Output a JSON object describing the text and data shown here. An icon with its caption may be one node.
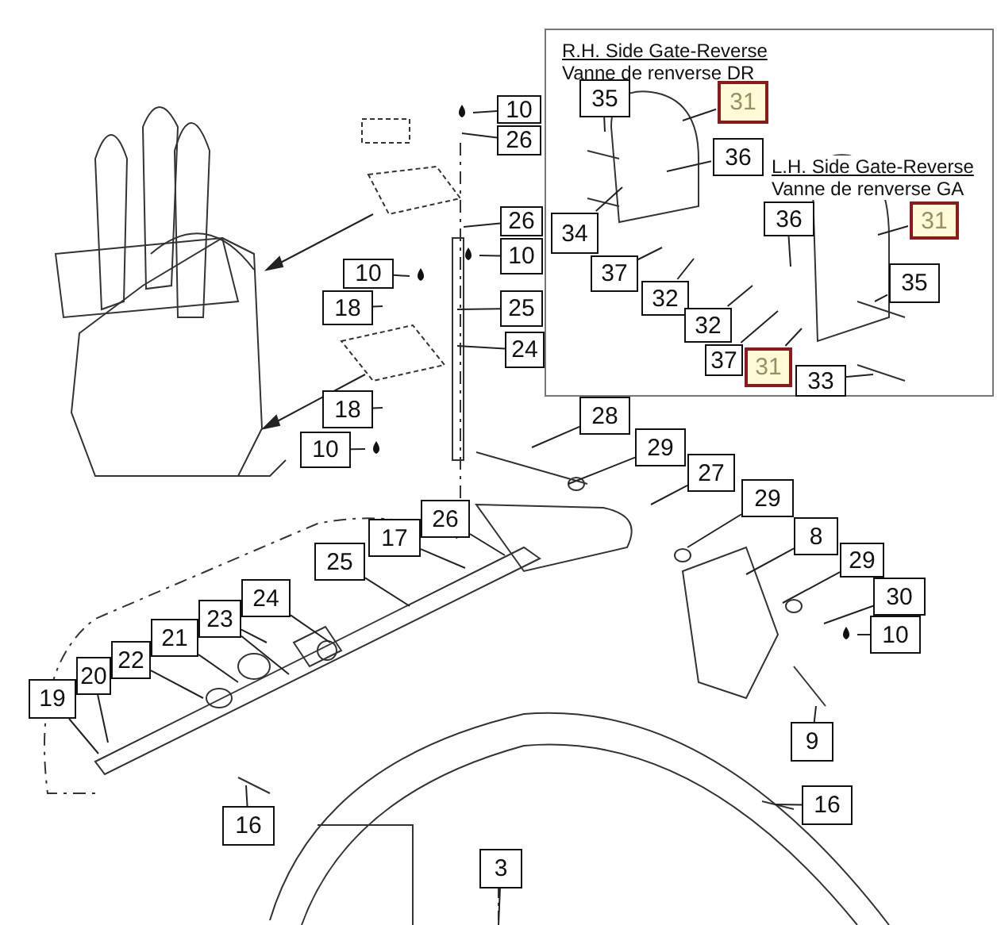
{
  "diagram": {
    "nodes": [
      {
        "text": [
          "R.H. Side Gate-Reverse",
          "Vanne de renverse DR",
          "L.H. Side Gate-Reverse",
          "Vanne de renverse GA"
        ]
      },
      {
        "text": [
          "10"
        ]
      },
      {
        "text": [
          "26"
        ]
      },
      {
        "text": [
          "26"
        ]
      },
      {
        "text": [
          "10"
        ]
      },
      {
        "text": [
          "10"
        ]
      },
      {
        "text": [
          "18"
        ]
      },
      {
        "text": [
          "25"
        ]
      },
      {
        "text": [
          "24"
        ]
      },
      {
        "text": [
          "18"
        ]
      },
      {
        "text": [
          "10"
        ]
      },
      {
        "text": [
          "35"
        ],
        "in": 0
      },
      {
        "text": [
          "31"
        ],
        "in": 0
      },
      {
        "text": [
          "36"
        ],
        "in": 0
      },
      {
        "text": [
          "34"
        ],
        "in": 0
      },
      {
        "text": [
          "37"
        ],
        "in": 0
      },
      {
        "text": [
          "32"
        ],
        "in": 0
      },
      {
        "text": [
          "36"
        ],
        "in": 0
      },
      {
        "text": [
          "31"
        ],
        "in": 0
      },
      {
        "text": [
          "35"
        ],
        "in": 0
      },
      {
        "text": [
          "32"
        ],
        "in": 0
      },
      {
        "text": [
          "37"
        ],
        "in": 0
      },
      {
        "text": [
          "31"
        ],
        "in": 0
      },
      {
        "text": [
          "33"
        ],
        "in": 0
      },
      {
        "text": [
          "28"
        ]
      },
      {
        "text": [
          "29"
        ]
      },
      {
        "text": [
          "27"
        ]
      },
      {
        "text": [
          "26"
        ]
      },
      {
        "text": [
          "17"
        ]
      },
      {
        "text": [
          "25"
        ]
      },
      {
        "text": [
          "29"
        ]
      },
      {
        "text": [
          "8"
        ]
      },
      {
        "text": [
          "29"
        ]
      },
      {
        "text": [
          "30"
        ]
      },
      {
        "text": [
          "10"
        ]
      },
      {
        "text": [
          "24"
        ]
      },
      {
        "text": [
          "23"
        ]
      },
      {
        "text": [
          "21"
        ]
      },
      {
        "text": [
          "22"
        ]
      },
      {
        "text": [
          "20"
        ]
      },
      {
        "text": [
          "19"
        ]
      },
      {
        "text": [
          "9"
        ]
      },
      {
        "text": [
          "16"
        ]
      },
      {
        "text": [
          "16"
        ]
      },
      {
        "text": [
          "3"
        ]
      }
    ],
    "edges": [
      {
        "from": 1,
        "to": null,
        "arrow": "none"
      },
      {
        "from": 2,
        "to": null,
        "arrow": "none"
      },
      {
        "from": 3,
        "to": null,
        "arrow": "none"
      },
      {
        "from": 4,
        "to": null,
        "arrow": "none"
      },
      {
        "from": 5,
        "to": null,
        "arrow": "none"
      },
      {
        "from": 6,
        "to": null,
        "arrow": "none"
      },
      {
        "from": 7,
        "to": null,
        "arrow": "none"
      },
      {
        "from": 8,
        "to": null,
        "arrow": "none"
      },
      {
        "from": 9,
        "to": null,
        "arrow": "none"
      },
      {
        "from": 10,
        "to": null,
        "arrow": "none"
      },
      {
        "from": 11,
        "to": null,
        "arrow": "none"
      },
      {
        "from": 12,
        "to": null,
        "arrow": "none"
      },
      {
        "from": 13,
        "to": null,
        "arrow": "none"
      },
      {
        "from": 14,
        "to": null,
        "arrow": "none"
      },
      {
        "from": 15,
        "to": null,
        "arrow": "none"
      },
      {
        "from": 16,
        "to": null,
        "arrow": "none"
      },
      {
        "from": 17,
        "to": null,
        "arrow": "none"
      },
      {
        "from": 18,
        "to": null,
        "arrow": "none"
      },
      {
        "from": 19,
        "to": null,
        "arrow": "none"
      },
      {
        "from": 20,
        "to": null,
        "arrow": "none"
      },
      {
        "from": 21,
        "to": null,
        "arrow": "none"
      },
      {
        "from": 22,
        "to": null,
        "arrow": "none"
      },
      {
        "from": 23,
        "to": null,
        "arrow": "none"
      },
      {
        "from": 24,
        "to": null,
        "arrow": "none"
      },
      {
        "from": 25,
        "to": null,
        "arrow": "none"
      },
      {
        "from": 26,
        "to": null,
        "arrow": "none"
      },
      {
        "from": 27,
        "to": null,
        "arrow": "none"
      },
      {
        "from": 28,
        "to": null,
        "arrow": "none"
      },
      {
        "from": 29,
        "to": null,
        "arrow": "none"
      },
      {
        "from": 30,
        "to": null,
        "arrow": "none"
      },
      {
        "from": 31,
        "to": null,
        "arrow": "none"
      },
      {
        "from": 32,
        "to": null,
        "arrow": "none"
      },
      {
        "from": 33,
        "to": null,
        "arrow": "none"
      },
      {
        "from": 34,
        "to": null,
        "arrow": "none"
      },
      {
        "from": 35,
        "to": null,
        "arrow": "none"
      },
      {
        "from": 36,
        "to": null,
        "arrow": "none"
      },
      {
        "from": 36,
        "to": null,
        "arrow": "none"
      },
      {
        "from": 37,
        "to": null,
        "arrow": "none"
      },
      {
        "from": 38,
        "to": null,
        "arrow": "none"
      },
      {
        "from": 39,
        "to": null,
        "arrow": "none"
      },
      {
        "from": 40,
        "to": null,
        "arrow": "none"
      },
      {
        "from": 41,
        "to": null,
        "arrow": "none"
      },
      {
        "from": 42,
        "to": null,
        "arrow": "none"
      },
      {
        "from": 43,
        "to": null,
        "arrow": "none"
      },
      {
        "from": 44,
        "to": null,
        "arrow": "none"
      }
    ]
  }
}
